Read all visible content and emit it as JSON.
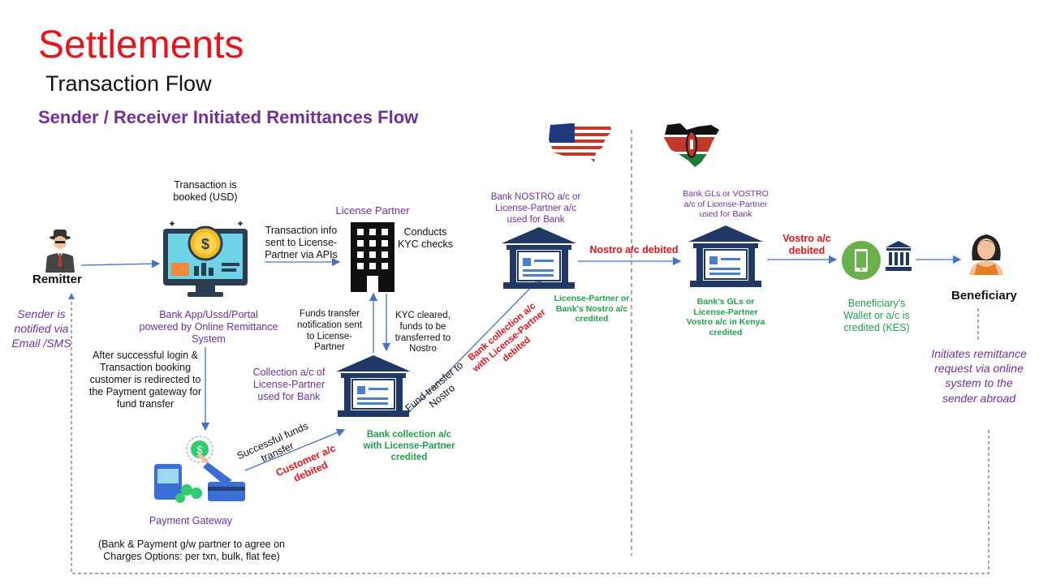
{
  "header": {
    "title": "Settlements",
    "subtitle": "Transaction Flow",
    "heading": "Sender / Receiver Initiated Remittances Flow"
  },
  "actors": {
    "remitter": "Remitter",
    "beneficiary": "Beneficiary"
  },
  "labels": {
    "txn_booked": "Transaction is booked (USD)",
    "bank_app": "Bank App/Ussd/Portal powered by Online Remittance System",
    "sender_notified": "Sender is notified via Email /SMS",
    "after_login": "After successful login & Transaction booking customer is redirected to the Payment gateway for fund transfer",
    "payment_gateway": "Payment Gateway",
    "charges_note": "(Bank & Payment g/w partner to agree on Charges Options: per txn, bulk, flat fee)",
    "successful_funds": "Successful funds transfer",
    "customer_debited": "Customer a/c debited",
    "txn_info": "Transaction info sent to License-Partner via APIs",
    "license_partner": "License Partner",
    "conducts_kyc": "Conducts KYC checks",
    "funds_notification": "Funds transfer notification sent to License-Partner",
    "kyc_cleared": "KYC cleared, funds to be transferred to Nostro",
    "collection_ac": "Collection a/c of License-Partner used for Bank",
    "bank_collection_credited": "Bank collection a/c with License-Partner credited",
    "fund_transfer_nostro": "Fund transfer to Nostro",
    "bank_collection_debited": "Bank collection a/c with License-Partner debited",
    "nostro_ac": "Bank NOSTRO a/c or License-Partner a/c used for Bank",
    "nostro_credited": "License-Partner or Bank's Nostro a/c credited",
    "nostro_debited": "Nostro a/c debited",
    "vostro_ac": "Bank GLs or VOSTRO a/c of License-Partner used for Bank",
    "vostro_credited": "Bank's GLs or License-Partner Vostro a/c in Kenya credited",
    "vostro_debited": "Vostro a/c debited",
    "wallet_credited": "Beneficiary's Wallet or a/c is credited (KES)",
    "initiates": "Initiates remittance request via online system to the sender abroad"
  },
  "colors": {
    "title_red": "#e8131b",
    "purple": "#7030a0",
    "green": "#22a04b",
    "bank_navy": "#1f3864",
    "arrow_blue": "#4472c4"
  },
  "icons": [
    "remitter-icon",
    "monitor-dollar-icon",
    "building-icon",
    "bank-icon",
    "payment-gateway-icon",
    "usa-map-icon",
    "kenya-map-icon",
    "mobile-wallet-icon",
    "beneficiary-icon"
  ]
}
